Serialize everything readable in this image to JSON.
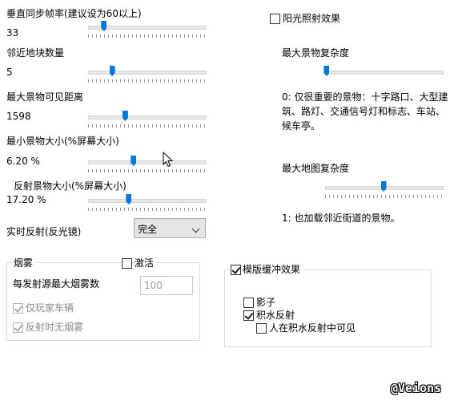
{
  "vsync": {
    "label": "垂直同步帧率(建议设为60以上)",
    "value": "33",
    "level": 0.13
  },
  "neighbor_tiles": {
    "label": "邻近地块数量",
    "value": "5",
    "level": 0.2
  },
  "max_view_distance": {
    "label": "最大景物可见距离",
    "value": "1598",
    "level": 0.31
  },
  "min_object_size": {
    "label": "最小景物大小(%屏幕大小)",
    "value": "6.20 %",
    "level": 0.38
  },
  "reflect_object_size": {
    "label": "反射景物大小(%屏幕大小)",
    "value": "17.20 %",
    "level": 0.34
  },
  "realtime_reflect": {
    "label": "实时反射(反光镜)",
    "selected": "完全"
  },
  "sun_shafts": {
    "label": "阳光照射效果",
    "checked": false
  },
  "max_object_complexity": {
    "label": "最大景物复杂度",
    "level": 0.01,
    "description": "0: 仅很重要的景物：十字路口、大型建筑、路灯、交通信号灯和标志、车站、候车亭。"
  },
  "max_map_complexity": {
    "label": "最大地图复杂度",
    "level": 0.49,
    "description": "1: 也加载邻近街道的景物。"
  },
  "smoke": {
    "group_label": "烟雾",
    "activate_label": "激活",
    "activate_checked": false,
    "max_per_source_label": "每发射源最大烟雾数",
    "max_per_source_value": "100",
    "player_only_label": "仅玩家车辆",
    "no_smoke_reflect_label": "反射时无烟雾"
  },
  "stencil": {
    "group_label": "模版缓冲效果",
    "checked": true,
    "shadows_label": "影子",
    "shadows_checked": false,
    "water_reflect_label": "积水反射",
    "water_reflect_checked": true,
    "person_visible_label": "人在积水反射中可见",
    "person_visible_checked": false
  },
  "watermark": "@Veions"
}
